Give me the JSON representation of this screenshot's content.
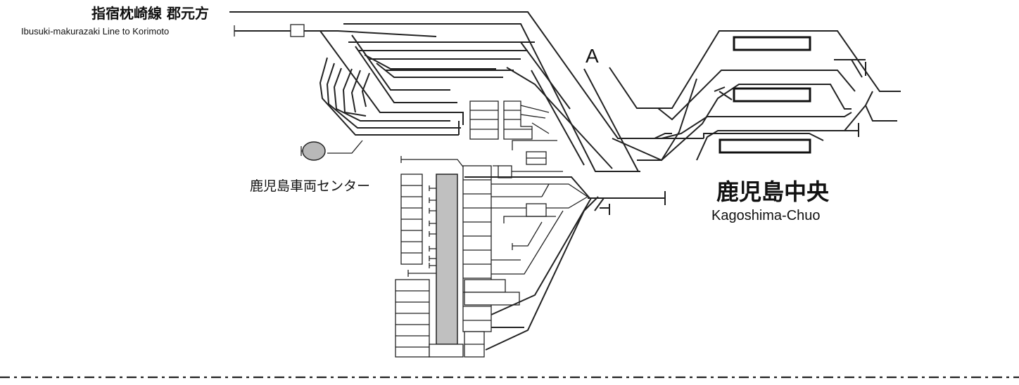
{
  "line": {
    "name_ja": "指宿枕崎線 郡元方",
    "name_en": "Ibusuki-makurazaki Line to Korimoto"
  },
  "depot": {
    "name_ja": "鹿児島車両センター"
  },
  "station": {
    "name_ja": "鹿児島中央",
    "name_en": "Kagoshima-Chuo"
  },
  "marker": {
    "label": "A"
  },
  "colors": {
    "track": "#222222",
    "building_fill": "#c0c0c0",
    "turntable_fill": "#b8b8b8",
    "background": "#ffffff"
  }
}
